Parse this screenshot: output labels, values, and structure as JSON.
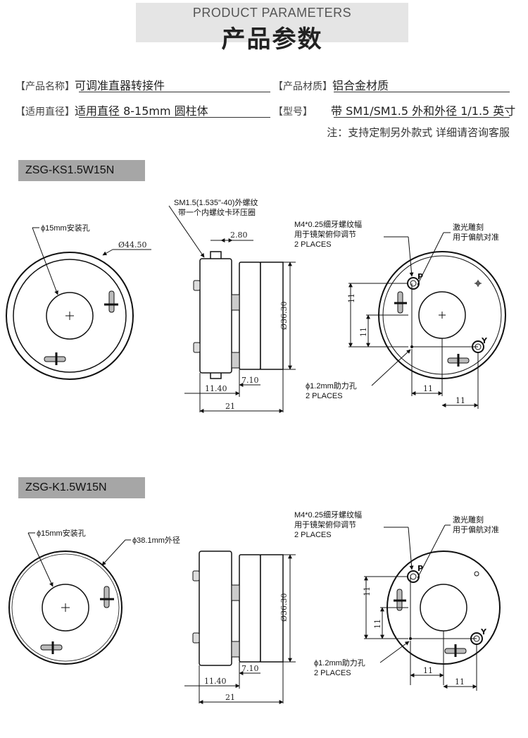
{
  "header": {
    "title_en": "PRODUCT PARAMETERS",
    "title_cn": "产品参数"
  },
  "params": {
    "name_label": "【产品名称】",
    "name_value": "可调准直器转接件",
    "material_label": "【产品材质】",
    "material_value": "铝合金材质",
    "diameter_label": "【适用直径】",
    "diameter_value": "适用直径 8-15mm 圆柱体",
    "model_label": "【型号】",
    "model_value": "带 SM1/SM1.5 外和外径 1/1.5 英寸"
  },
  "note": "注：支持定制另外款式 详细请咨询客服",
  "model1": {
    "name": "ZSG-KS1.5W15N",
    "hole_label": "ϕ15mm安装孔",
    "outer_dim": "Ø44.50",
    "thread_line1": "SM1.5(1.535\"-40)外螺纹",
    "thread_line2": "带一个内螺纹卡环压圈",
    "dim_top": "2.80",
    "dim_height": "Ø36.30",
    "dim_left": "11.40",
    "dim_right": "7.10",
    "dim_total": "21",
    "m4_line1": "M4*0.25细牙螺纹幅",
    "m4_line2": "用于镜架俯仰调节",
    "m4_line3": "2 PLACES",
    "laser_line1": "激光雕刻",
    "laser_line2": "用于偏航对准",
    "pin_line1": "ϕ1.2mm助力孔",
    "pin_line2": "2 PLACES",
    "mark_p": "P",
    "mark_y": "Y",
    "d11": "11"
  },
  "model2": {
    "name": "ZSG-K1.5W15N",
    "hole_label": "ϕ15mm安装孔",
    "outer_label": "ϕ38.1mm外径",
    "dim_height": "Ø36.30",
    "dim_left": "11.40",
    "dim_right": "7.10",
    "dim_total": "21",
    "m4_line1": "M4*0.25细牙螺纹幅",
    "m4_line2": "用于镜架俯仰调节",
    "m4_line3": "2 PLACES",
    "laser_line1": "激光雕刻",
    "laser_line2": "用于偏航对准",
    "pin_line1": "ϕ1.2mm助力孔",
    "pin_line2": "2 PLACES",
    "mark_p": "P",
    "mark_y": "Y",
    "d11": "11"
  }
}
